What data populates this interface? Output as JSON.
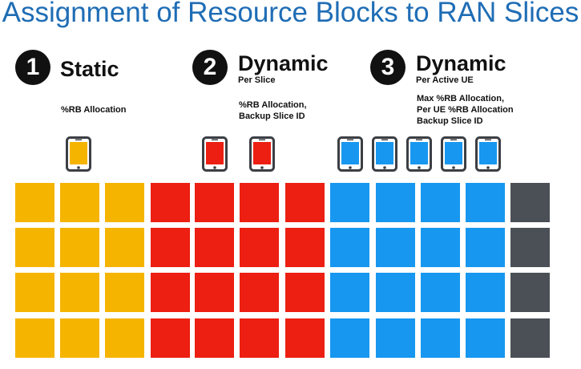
{
  "title": "Assignment of Resource Blocks to RAN Slices",
  "colors": {
    "title": "#1f6db5",
    "static": "#f5b400",
    "dynamic_per_slice": "#ec1f12",
    "dynamic_per_ue": "#1797f0",
    "unallocated": "#4b4f56",
    "phone_frame": "#3c3f44"
  },
  "sections": [
    {
      "number": "1",
      "heading": "Static",
      "subheading": "",
      "description": [
        "%RB Allocation"
      ],
      "phone_count": 1,
      "color_key": "static"
    },
    {
      "number": "2",
      "heading": "Dynamic",
      "subheading": "Per Slice",
      "description": [
        "%RB Allocation,",
        "Backup Slice ID"
      ],
      "phone_count": 2,
      "color_key": "dynamic_per_slice"
    },
    {
      "number": "3",
      "heading": "Dynamic",
      "subheading": "Per Active UE",
      "description": [
        "Max %RB Allocation,",
        "Per UE %RB Allocation",
        "Backup Slice ID"
      ],
      "phone_count": 5,
      "color_key": "dynamic_per_ue"
    }
  ],
  "grid": {
    "rows": 4,
    "column_colors": [
      "static",
      "static",
      "static",
      "dynamic_per_slice",
      "dynamic_per_slice",
      "dynamic_per_slice",
      "dynamic_per_slice",
      "dynamic_per_ue",
      "dynamic_per_ue",
      "dynamic_per_ue",
      "dynamic_per_ue",
      "unallocated"
    ]
  }
}
